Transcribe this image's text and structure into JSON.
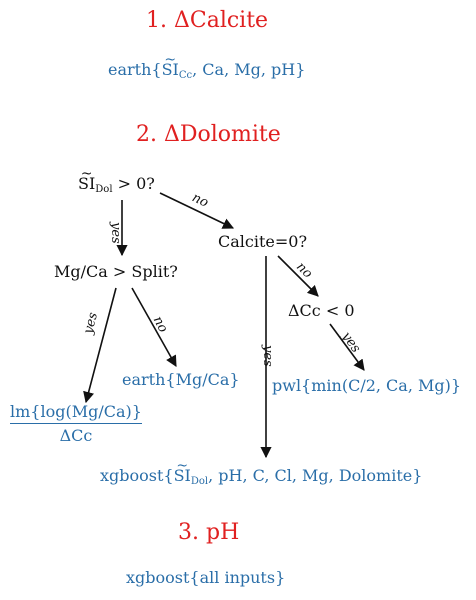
{
  "sections": {
    "s1": "1. ΔCalcite",
    "s2": "2. ΔDolomite",
    "s3": "3. pH"
  },
  "calcite": {
    "model_prefix": "earth{",
    "si": "SI",
    "si_sub": "Cc",
    "model_rest": ", Ca, Mg, pH}"
  },
  "dolomite": {
    "root": {
      "si": "SI",
      "si_sub": "Dol",
      "rest": " > 0?"
    },
    "calcite_zero": "Calcite=0?",
    "mgca_split": "Mg/Ca > Split?",
    "dcc_lt0": "ΔCc < 0",
    "earth_mgca": "earth{Mg/Ca}",
    "pwl": "pwl{min(C/2, Ca, Mg)}",
    "lm_num": "lm{log(Mg/Ca)}",
    "lm_den": "ΔCc",
    "xgb_prefix": "xgboost{",
    "xgb_si": "SI",
    "xgb_si_sub": "Dol",
    "xgb_rest": ", pH, C, Cl, Mg, Dolomite}",
    "edges": {
      "root_no": "no",
      "root_yes": "yes",
      "calc_no": "no",
      "calc_yes": "yes",
      "split_yes": "yes",
      "split_no": "no",
      "dcc_yes": "yes"
    }
  },
  "ph": {
    "model": "xgboost{all inputs}"
  },
  "colors": {
    "section": "#e02020",
    "model": "#2a6ea8",
    "node": "#111111"
  }
}
